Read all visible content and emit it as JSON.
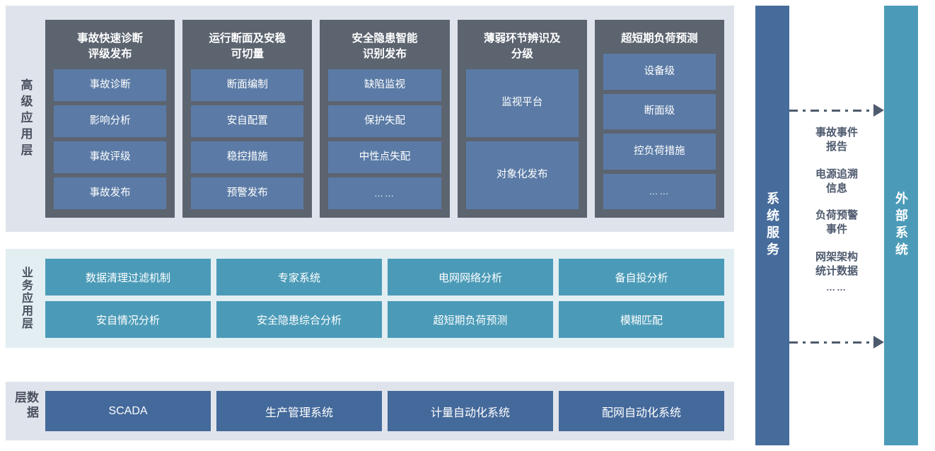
{
  "layers": {
    "advanced": {
      "label": "高级应用层",
      "groups": [
        {
          "title": "事故快速诊断\n评级发布",
          "items": [
            "事故诊断",
            "影响分析",
            "事故评级",
            "事故发布"
          ]
        },
        {
          "title": "运行断面及安稳\n可切量",
          "items": [
            "断面编制",
            "安自配置",
            "稳控措施",
            "预警发布"
          ]
        },
        {
          "title": "安全隐患智能\n识别发布",
          "items": [
            "缺陷监视",
            "保护失配",
            "中性点失配",
            "……"
          ]
        },
        {
          "title": "薄弱环节辨识及\n分级",
          "items": [
            "监视平台",
            "对象化发布"
          ]
        },
        {
          "title": "超短期负荷预测",
          "items": [
            "设备级",
            "断面级",
            "控负荷措施",
            "……"
          ]
        }
      ]
    },
    "business": {
      "label": "业务应用层",
      "rows": [
        [
          "数据清理过滤机制",
          "专家系统",
          "电网网络分析",
          "备自投分析"
        ],
        [
          "安自情况分析",
          "安全隐患综合分析",
          "超短期负荷预测",
          "模糊匹配"
        ]
      ]
    },
    "data": {
      "label": "数据层",
      "items": [
        "SCADA",
        "生产管理系统",
        "计量自动化系统",
        "配网自动化系统"
      ]
    }
  },
  "side": {
    "system_service": "系统服务",
    "external_system": "外部系统",
    "flow_labels": [
      "事故事件\n报告",
      "电源追溯\n信息",
      "负荷预警\n事件",
      "网架架构\n统计数据"
    ],
    "flow_dots": "……"
  },
  "colors": {
    "panel_gray": "#dfe3eb",
    "panel_teal_bg": "#e2eef2",
    "group_card": "#5c6470",
    "item_blue": "#5b7ba6",
    "biz_teal": "#4b9bb8",
    "data_blue": "#44699b",
    "service_blue": "#466c9c",
    "arrow_gray": "#4e5a6e",
    "label_text": "#4a5160"
  }
}
